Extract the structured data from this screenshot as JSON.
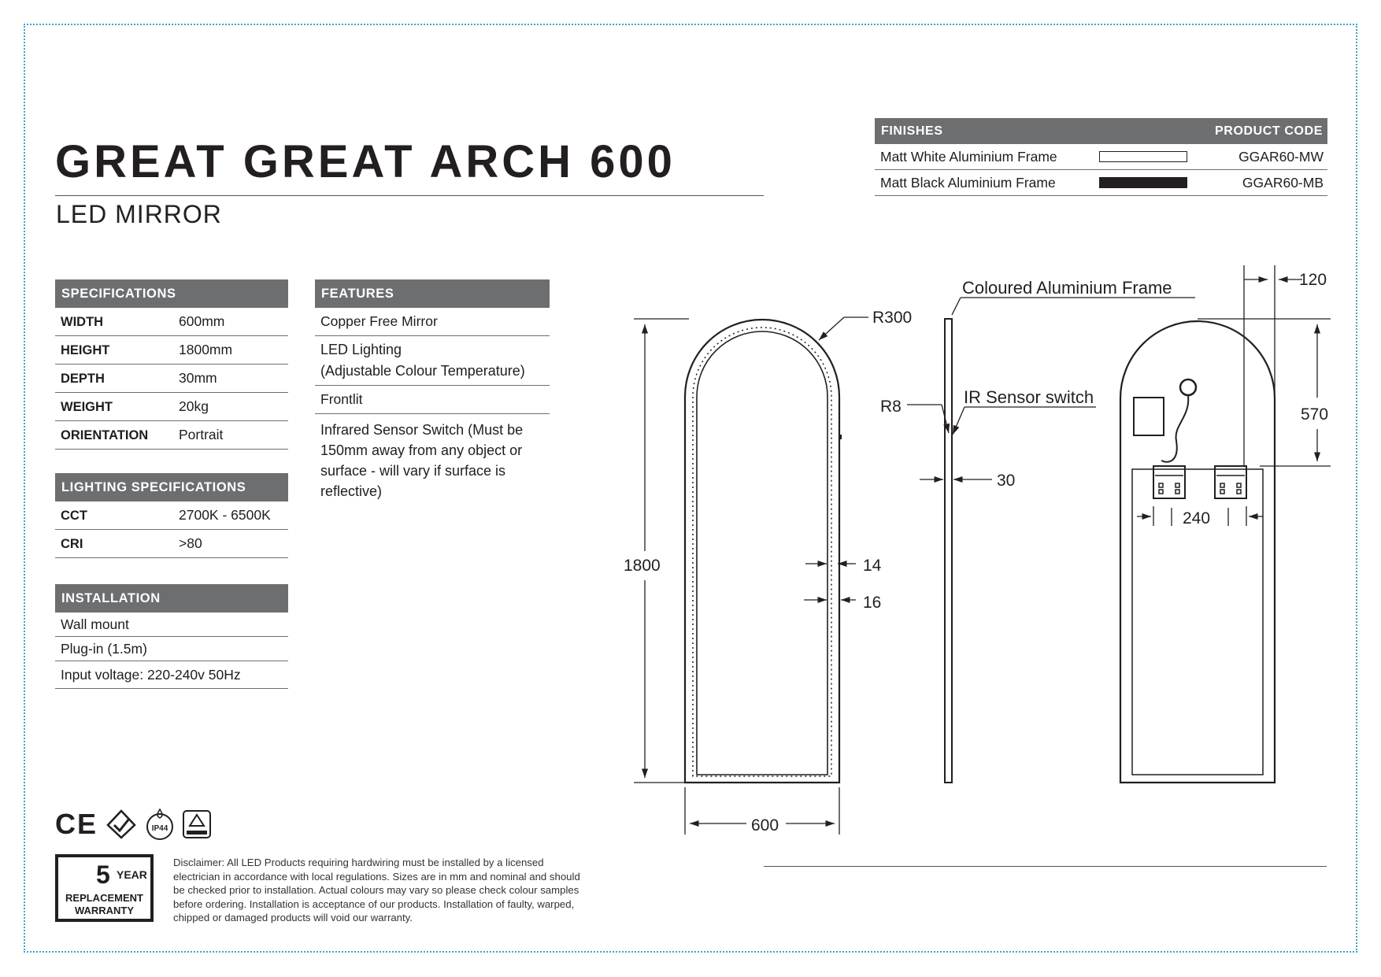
{
  "product": {
    "title": "GREAT GREAT ARCH 600",
    "subtitle": "LED MIRROR"
  },
  "finishes": {
    "header_left": "FINISHES",
    "header_right": "PRODUCT CODE",
    "rows": [
      {
        "name": "Matt White Aluminium Frame",
        "swatch_color": "#ffffff",
        "code": "GGAR60-MW"
      },
      {
        "name": "Matt Black Aluminium Frame",
        "swatch_color": "#231f20",
        "code": "GGAR60-MB"
      }
    ]
  },
  "specifications": {
    "header": "SPECIFICATIONS",
    "rows": [
      {
        "label": "WIDTH",
        "value": "600mm"
      },
      {
        "label": "HEIGHT",
        "value": "1800mm"
      },
      {
        "label": "DEPTH",
        "value": "30mm"
      },
      {
        "label": "WEIGHT",
        "value": "20kg"
      },
      {
        "label": "ORIENTATION",
        "value": "Portrait"
      }
    ]
  },
  "lighting": {
    "header": "LIGHTING SPECIFICATIONS",
    "rows": [
      {
        "label": "CCT",
        "value": "2700K - 6500K"
      },
      {
        "label": "CRI",
        "value": ">80"
      }
    ]
  },
  "installation": {
    "header": "INSTALLATION",
    "items": [
      "Wall mount",
      "Plug-in (1.5m)",
      "Input voltage: 220-240v 50Hz"
    ]
  },
  "features": {
    "header": "FEATURES",
    "items": [
      "Copper Free Mirror",
      "LED Lighting",
      "(Adjustable Colour Temperature)",
      "Frontlit",
      "Infrared Sensor Switch (Must be 150mm away from any object or surface - will vary if surface is reflective)"
    ]
  },
  "drawing_labels": {
    "radius": "R300",
    "height": "1800",
    "width": "600",
    "frame_inner": "14",
    "frame_outer": "16",
    "frame_label": "Coloured Aluminium Frame",
    "corner_radius": "R8",
    "sensor_label": "IR Sensor switch",
    "depth": "30",
    "top_offset": "120",
    "bracket_height": "570",
    "bracket_spacing": "240"
  },
  "certifications": {
    "ce": "CE",
    "ip": "IP44"
  },
  "warranty": {
    "number": "5",
    "year": "YEAR",
    "line1": "REPLACEMENT",
    "line2": "WARRANTY"
  },
  "disclaimer": "Disclaimer: All LED Products requiring hardwiring must be installed by a licensed electrician in accordance with local regulations. Sizes are in mm and nominal and should be checked prior to installation. Actual colours may vary so please check colour samples before ordering. Installation is acceptance of our products. Installation of faulty, warped, chipped or damaged products will void our warranty."
}
